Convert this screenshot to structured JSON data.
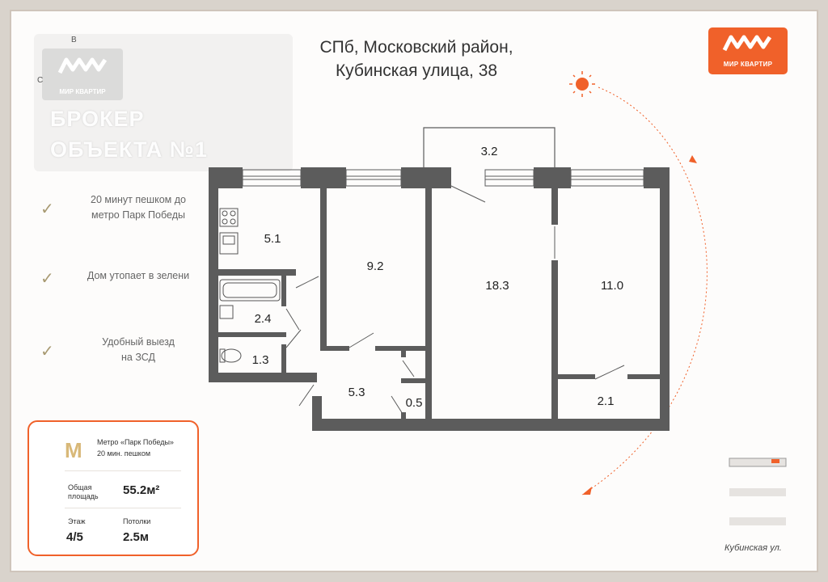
{
  "address": {
    "line1": "СПб, Московский район,",
    "line2": "Кубинская улица, 38"
  },
  "brand": {
    "name": "МИР КВАРТИР",
    "color": "#f0612a"
  },
  "watermark": {
    "logo_label": "МИР КВАРТИР",
    "line1": "БРОКЕР",
    "line2": "ОБЪЕКТА №1"
  },
  "compass": {
    "north": "В",
    "west": "С"
  },
  "features": [
    {
      "line1": "20 минут пешком до",
      "line2": "метро Парк Победы"
    },
    {
      "line1": "Дом утопает в зелени",
      "line2": ""
    },
    {
      "line1": "Удобный выезд",
      "line2": "на ЗСД"
    }
  ],
  "rooms": [
    "5.1",
    "9.2",
    "18.3",
    "11.0",
    "3.2",
    "2.4",
    "1.3",
    "5.3",
    "0.5",
    "2.1"
  ],
  "info": {
    "metro_icon": "M",
    "metro_name": "Метро «Парк Победы»",
    "metro_walk": "20 мин. пешком",
    "area_label_1": "Общая",
    "area_label_2": "площадь",
    "area_value": "55.2м²",
    "floor_label": "Этаж",
    "floor_value": "4/5",
    "ceiling_label": "Потолки",
    "ceiling_value": "2.5м"
  },
  "street_label": "Кубинская ул.",
  "colors": {
    "wall": "#5c5c5c",
    "accent": "#f0612a",
    "check": "#a89a72"
  }
}
